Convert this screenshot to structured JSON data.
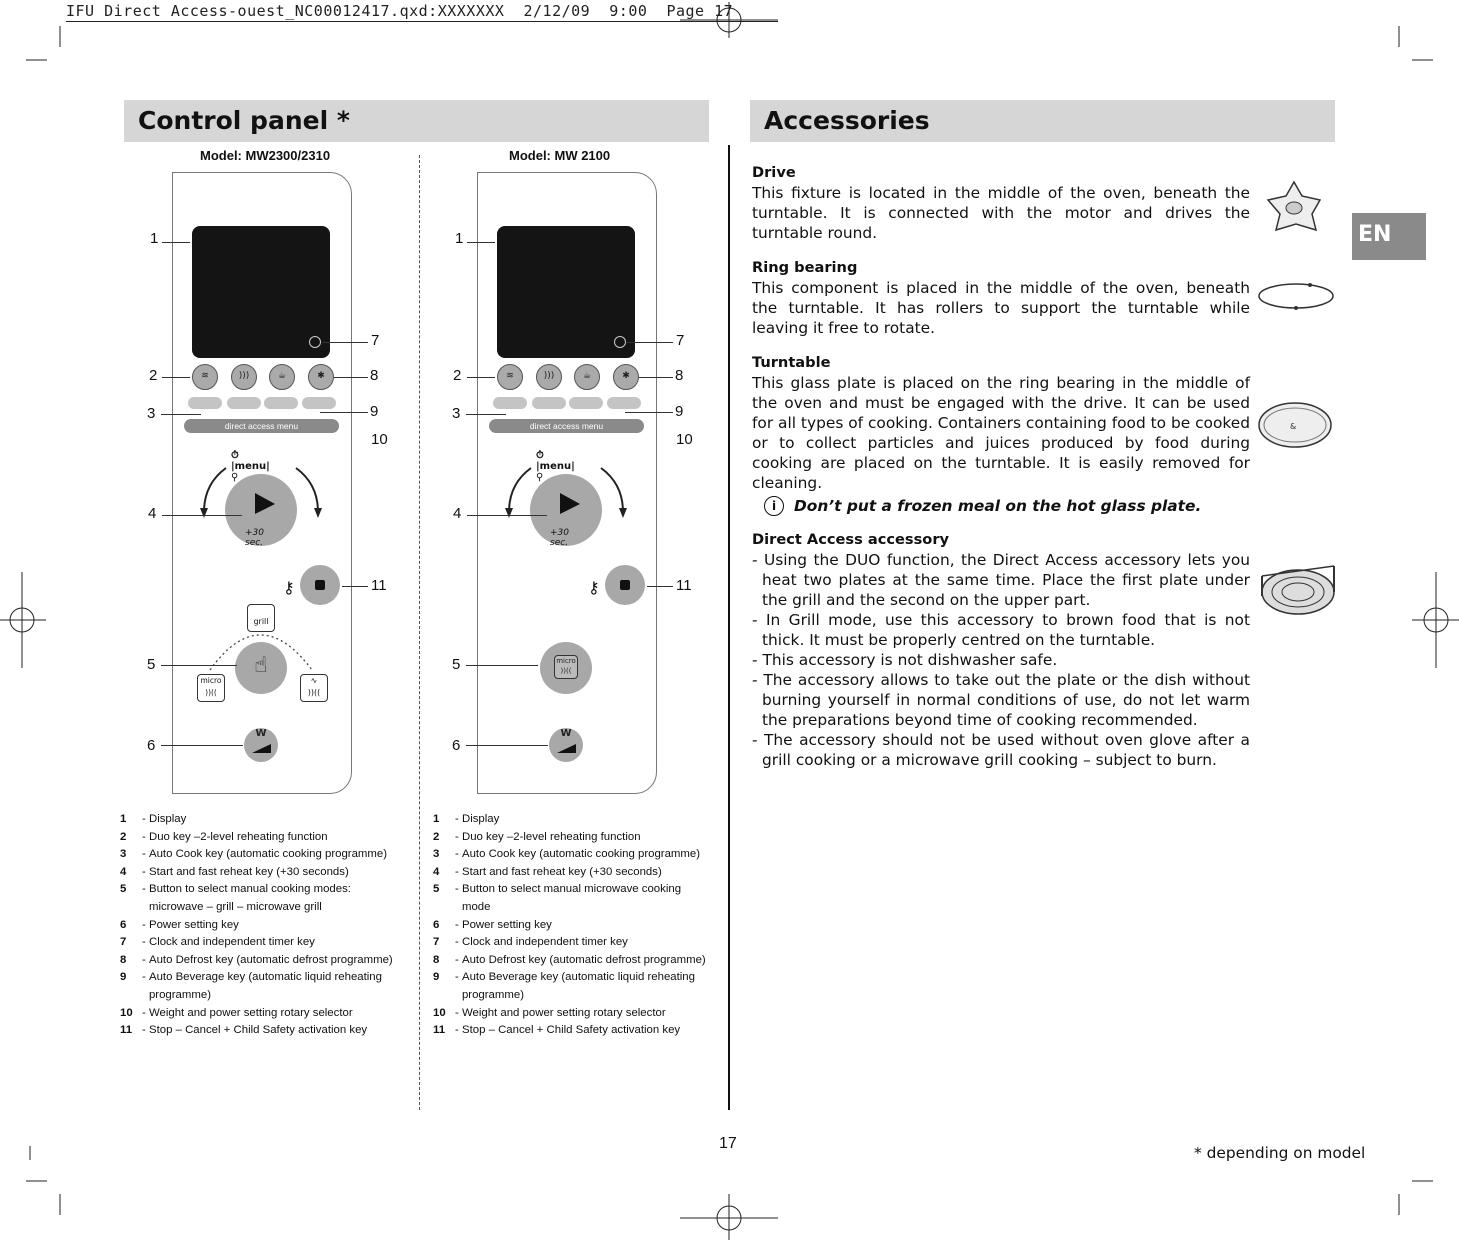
{
  "slug": "IFU Direct Access-ouest_NC00012417.qxd:XXXXXXX  2/12/09  9:00  Page 17",
  "control_panel": {
    "title": "Control panel *",
    "model_left": "Model: MW2300/2310",
    "model_right": "Model: MW 2100",
    "callouts": [
      "1",
      "2",
      "3",
      "4",
      "5",
      "6",
      "7",
      "8",
      "9",
      "10",
      "11"
    ],
    "direct_access_label": "direct access menu",
    "menu_label": "menu",
    "plus30_label": "+30 sec.",
    "grill_label": "grill",
    "micro_label": "micro",
    "power_label": "W",
    "legend_left": [
      {
        "num": "1",
        "text": "Display"
      },
      {
        "num": "2",
        "text": "Duo key –2-level reheating function"
      },
      {
        "num": "3",
        "text": "Auto Cook key (automatic cooking programme)"
      },
      {
        "num": "4",
        "text": "Start and fast reheat key (+30 seconds)"
      },
      {
        "num": "5",
        "text": "Button to select manual cooking modes: microwave – grill – microwave grill"
      },
      {
        "num": "6",
        "text": "Power setting key"
      },
      {
        "num": "7",
        "text": "Clock and independent timer key"
      },
      {
        "num": "8",
        "text": "Auto Defrost key (automatic defrost programme)"
      },
      {
        "num": "9",
        "text": "Auto Beverage key (automatic liquid reheating programme)"
      },
      {
        "num": "10",
        "text": "Weight and power setting rotary selector"
      },
      {
        "num": "11",
        "text": "Stop – Cancel + Child Safety activation key"
      }
    ],
    "legend_right": [
      {
        "num": "1",
        "text": "Display"
      },
      {
        "num": "2",
        "text": "Duo key –2-level reheating function"
      },
      {
        "num": "3",
        "text": "Auto Cook key (automatic cooking programme)"
      },
      {
        "num": "4",
        "text": "Start and fast reheat key (+30 seconds)"
      },
      {
        "num": "5",
        "text": "Button to select manual microwave cooking mode"
      },
      {
        "num": "6",
        "text": "Power setting key"
      },
      {
        "num": "7",
        "text": "Clock and independent timer key"
      },
      {
        "num": "8",
        "text": "Auto Defrost key (automatic defrost programme)"
      },
      {
        "num": "9",
        "text": "Auto Beverage key (automatic liquid reheating programme)"
      },
      {
        "num": "10",
        "text": "Weight and power setting rotary selector"
      },
      {
        "num": "11",
        "text": "Stop – Cancel + Child Safety activation key"
      }
    ]
  },
  "accessories": {
    "title": "Accessories",
    "drive": {
      "heading": "Drive",
      "body": "This fixture is located in the middle of the oven, beneath the turntable. It is connected with the motor and drives the turntable round."
    },
    "ring": {
      "heading": "Ring bearing",
      "body": "This component is placed in the middle of the oven, beneath the turntable. It has rollers to support the turntable while leaving it free to rotate."
    },
    "turntable": {
      "heading": "Turntable",
      "body": "This glass plate is placed on the ring bearing in the middle of the oven and must be engaged with the drive. It can be used for all types of cooking. Containers containing food to be cooked or to collect particles and juices produced by food during cooking are placed on the turntable. It is easily removed for cleaning."
    },
    "warning": "Don’t put a frozen meal on the hot glass plate.",
    "direct": {
      "heading": "Direct Access accessory",
      "items": [
        "- Using the DUO function, the Direct Access accessory lets you heat two plates at the same time. Place the first plate under the grill and the second on the upper part.",
        "- In Grill mode, use this accessory to brown food that is not thick. It must be properly centred on the turntable.",
        "- This accessory is not dishwasher safe.",
        "- The accessory allows to take out the plate or the dish without burning yourself  in normal conditions of use, do not let warm the preparations beyond time of cooking recommended.",
        "- The accessory should not be used without oven glove after a grill cooking or a microwave grill cooking – subject to burn."
      ]
    }
  },
  "lang_tab": "EN",
  "page_number": "17",
  "footnote": "* depending on model"
}
